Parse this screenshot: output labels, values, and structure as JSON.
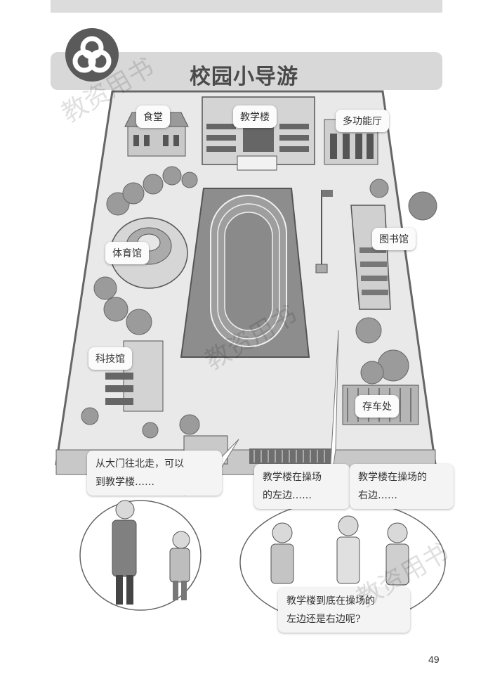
{
  "lesson": {
    "title": "校园小导游"
  },
  "map": {
    "labels": {
      "canteen": "食堂",
      "teaching_building": "教学楼",
      "multipurpose_hall": "多功能厅",
      "gym": "体育馆",
      "library": "图书馆",
      "tech_hall": "科技馆",
      "bike_shed": "存车处"
    }
  },
  "dialogue": {
    "teacher_line": [
      "从大门往北走，可以",
      "到教学楼……"
    ],
    "boy_line": [
      "教学楼在操场",
      "的左边……"
    ],
    "girl_line": [
      "教学楼在操场的",
      "右边……"
    ],
    "question_line": [
      "教学楼到底在操场的",
      "左边还是右边呢?"
    ]
  },
  "page": {
    "number": "49"
  },
  "watermark": "教资用书"
}
